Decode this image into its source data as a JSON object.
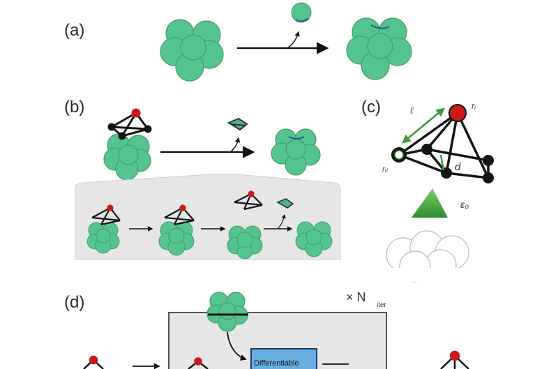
{
  "panels": {
    "a": {
      "label": "(a)"
    },
    "b": {
      "label": "(b)"
    },
    "c": {
      "label": "(c)",
      "symbol_top_right": "rᵢ",
      "symbol_left": "rᵢⱼ",
      "symbol_diag": "ℓ",
      "symbol_side": "d",
      "symbol_triangle": "ε₀"
    },
    "d": {
      "label": "(d)",
      "multiplier": "× N",
      "multiplier_sub": "iter",
      "box_text": "Differentiable"
    }
  },
  "colors": {
    "cluster_fill": "#55c38d",
    "cluster_stroke": "#3f9e6e",
    "arrow": "#111111",
    "atom_red": "#cc1a1a",
    "atom_black": "#141414",
    "arrow_green": "#3a9a3a",
    "gray_panel": "#e6e6e6",
    "blue_box": "#6aaee0"
  }
}
